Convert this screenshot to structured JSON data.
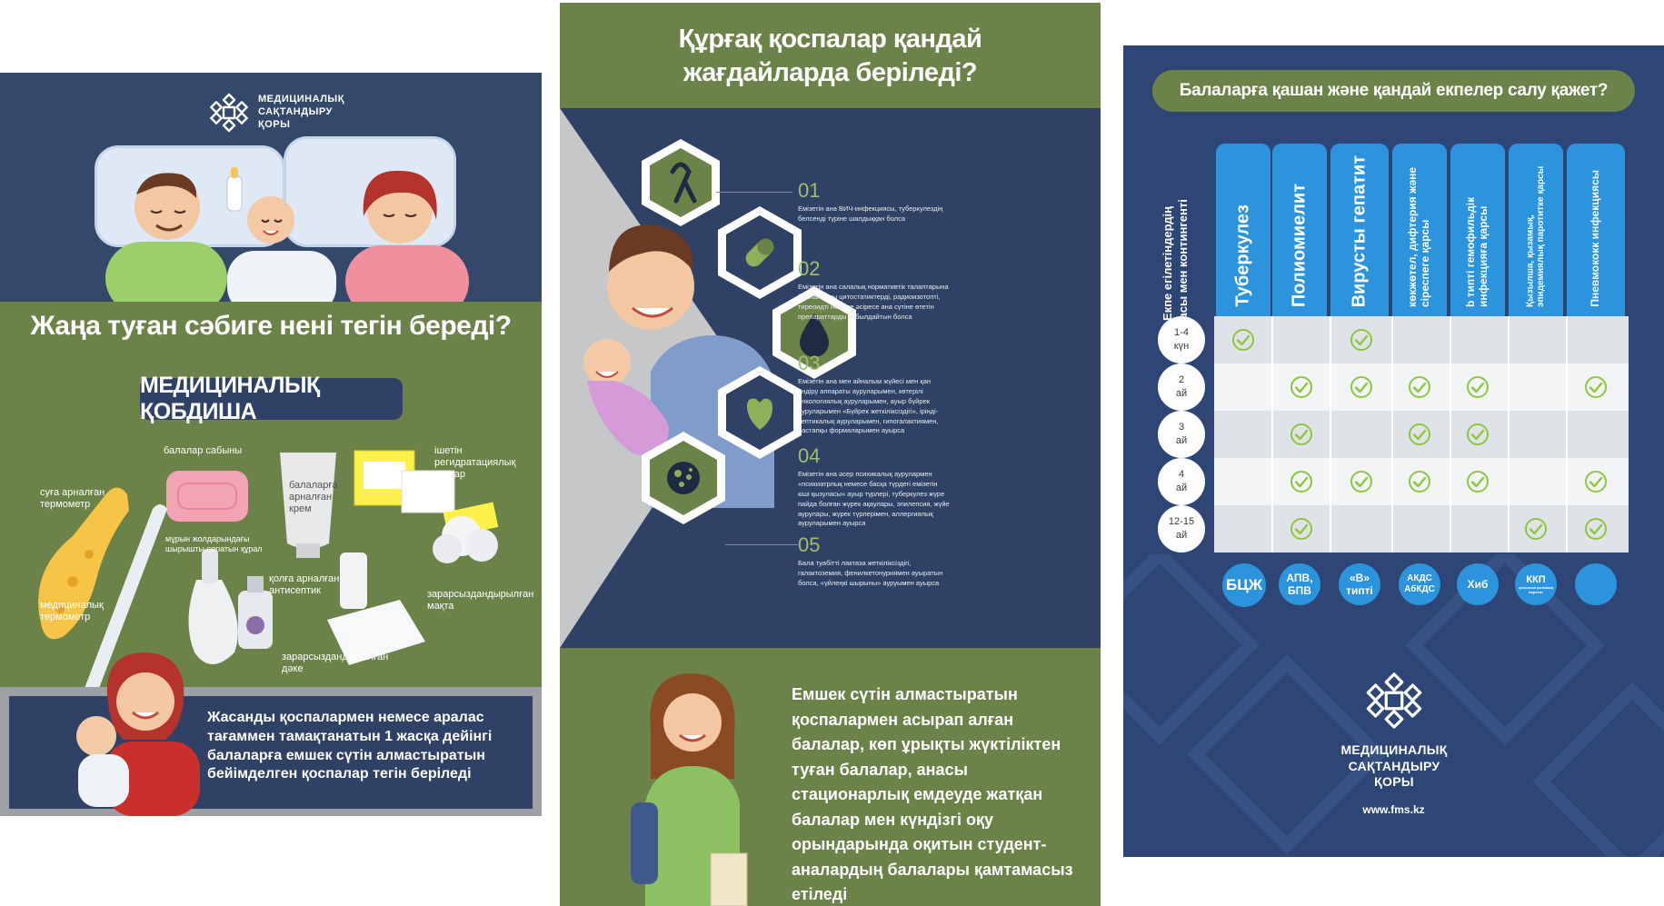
{
  "panel1": {
    "logo_text": [
      "МЕДИЦИНАЛЫҚ",
      "САҚТАНДЫРУ",
      "ҚОРЫ"
    ],
    "title": "Жаңа туған сәбиге нені тегін береді?",
    "kit_label": "МЕДИЦИНАЛЫҚ ҚОБДИША",
    "items": {
      "soap": "балалар сабыны",
      "cream": "балаларға арналған крем",
      "rehydration": "ішетін регидратациялық тұздар",
      "water_thermometer": "суға арналған термометр",
      "nasal_aspirator": "мұрын жолдарындағы шырышты соратын құрал",
      "medical_thermometer": "медициналық термометр",
      "hand_antiseptic": "қолға арналған антисептик",
      "sterile_cotton": "зарарсыздандырылған мақта",
      "sterile_gauze": "зарарсыздандырылған дәке"
    },
    "bottom_text": "Жасанды қоспалармен немесе аралас тағаммен тамақтанатын 1 жасқа дейінгі балаларға емшек сүтін алмастыратын бейімделген қоспалар тегін беріледі"
  },
  "panel2": {
    "title": [
      "Құрғақ қоспалар қандай",
      "жағдайларда беріледі?"
    ],
    "steps": [
      {
        "num": "01",
        "text": "Емізетін ана ВИЧ-инфекциясы, туберкулездің белсенді түріне шалдыққан болса"
      },
      {
        "num": "02",
        "text": "Емізетін ана салалық нормативтік талаптарына байланысты цитостатиктерді, радиоизотопті, тиреоидті немесе әсіресе ана сүтіне өтетін препараттарды қабылдайтын болса"
      },
      {
        "num": "03",
        "text": "Емізетін ана мен айналым жүйесі мен қан өндіру аппараты ауруларымен, көтерілі онкологиялық ауруларымен, ауыр бүйрек ауруларымен «Бүйрек жеткіліксіздігі», ірінді-септикалық ауруларымен, гипогалактиямен, бастапқы формаларымен ауырса"
      },
      {
        "num": "04",
        "text": "Емізетін ана әсер психикалық аурулармен «психиатрлық немесе басқа түрдегі емізетін кіші қызуласы» ауыр түрлері, туберкулез жүре пайда болған жүрек ақаулары, эпилепсия, жүйе аурулары, жүрек түрлерімен, аллергиялық ауруларымен ауырса"
      },
      {
        "num": "05",
        "text": "Бала туабітті лактаза жеткіліксіздігі, галактоземия, фенилкетонуриямен ауыратын болса, «үйлеңкі шырыны» ауруымен ауырса"
      }
    ],
    "bottom_text": "Емшек сүтін алмастыратын қоспалармен асырап алған балалар, көп ұрықты жүктіліктен туған балалар, анасы стационарлық емдеуде жатқан балалар мен күндізгі оқу орындарында оқитын студент-аналардың балалары қамтамасыз етіледі"
  },
  "panel3": {
    "title": "Балаларға қашан және қандай екпелер салу қажет?",
    "row_header": [
      "Екпе егілетіндердің",
      "жасы мен контингенті"
    ],
    "columns": [
      {
        "name": "Туберкулез",
        "abbr": [
          "БЦЖ"
        ]
      },
      {
        "name": "Полиомиелит",
        "abbr": [
          "АПВ,",
          "БПВ"
        ]
      },
      {
        "name": "Вирусты гепатит",
        "abbr": [
          "«В»",
          "типті"
        ]
      },
      {
        "name": "көкжөтел, дифтерия және сіреспеге қарсы",
        "abbr": [
          "АКДС",
          "АбКДС"
        ]
      },
      {
        "name": "b типті гемофильдік инфекцияға қарсы",
        "abbr": [
          "Хиб"
        ]
      },
      {
        "name": "Қызылша, қызамық, эпидемиялық паротитке қарсы",
        "abbr": [
          "ККП",
          "қызылша қызамық паротит"
        ]
      },
      {
        "name": "Пневмококк инфекциясы",
        "abbr": [
          ""
        ]
      }
    ],
    "rows": [
      {
        "age": [
          "1-4",
          "күн"
        ],
        "checks": [
          true,
          false,
          true,
          false,
          false,
          false,
          false
        ]
      },
      {
        "age": [
          "2",
          "ай"
        ],
        "checks": [
          false,
          true,
          true,
          true,
          true,
          false,
          true
        ]
      },
      {
        "age": [
          "3",
          "ай"
        ],
        "checks": [
          false,
          true,
          false,
          true,
          true,
          false,
          false
        ]
      },
      {
        "age": [
          "4",
          "ай"
        ],
        "checks": [
          false,
          true,
          true,
          true,
          true,
          false,
          true
        ]
      },
      {
        "age": [
          "12-15",
          "ай"
        ],
        "checks": [
          false,
          true,
          false,
          false,
          false,
          true,
          true
        ]
      }
    ],
    "logo_text": [
      "МЕДИЦИНАЛЫҚ",
      "САҚТАНДЫРУ",
      "ҚОРЫ"
    ],
    "url": "www.fms.kz"
  },
  "colors": {
    "navy": "#2f4266",
    "green": "#6b8348",
    "blue": "#2b94dd",
    "check_green": "#8dc63f"
  }
}
